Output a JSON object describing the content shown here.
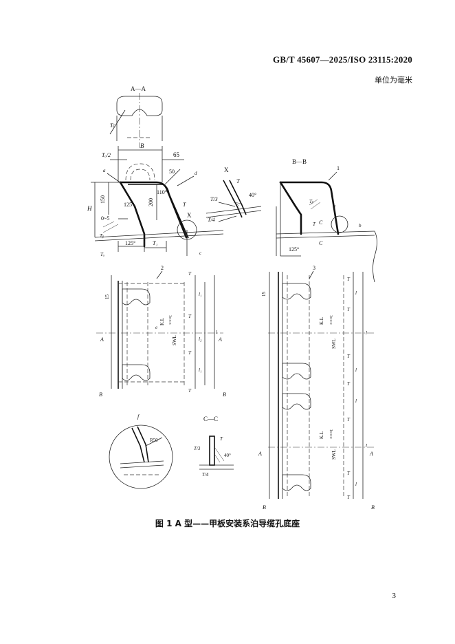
{
  "header": {
    "standard_number": "GB/T 45607—2025/ISO 23115:2020",
    "unit_note": "单位为毫米"
  },
  "figure": {
    "caption": "图 1  A 型——甲板安装系泊导缆孔底座",
    "views": {
      "section_aa": "A—A",
      "section_bb": "B—B",
      "section_cc": "C—C",
      "detail_x": "X",
      "detail_f": "f"
    },
    "labels": {
      "td_half": "Tₐ/2",
      "b": "B",
      "d65": "65",
      "r50": "50",
      "d150": "150",
      "d200": "200",
      "ang125": "125°",
      "ang125b": "125°",
      "ang110": "110°",
      "h": "H",
      "gap": "0~5",
      "t": "T",
      "t1": "T₁",
      "tb": "Tᵦ",
      "ta": "Tₐ",
      "tc": "Tc",
      "t3": "T/3",
      "t4": "T/4",
      "ang40": "40°",
      "x": "X",
      "l": "l",
      "l1": "l₁",
      "l2": "l₂",
      "d15": "15",
      "kl": "K.L",
      "swl": "SWL",
      "xxxt": "×××t",
      "r850": "R50",
      "c": "C",
      "a": "A",
      "bsec": "B",
      "n1": "1",
      "n2": "2",
      "n3": "3",
      "sa": "a",
      "sb": "b",
      "sc": "c",
      "sd": "d",
      "se": "e"
    }
  },
  "page_number": "3"
}
